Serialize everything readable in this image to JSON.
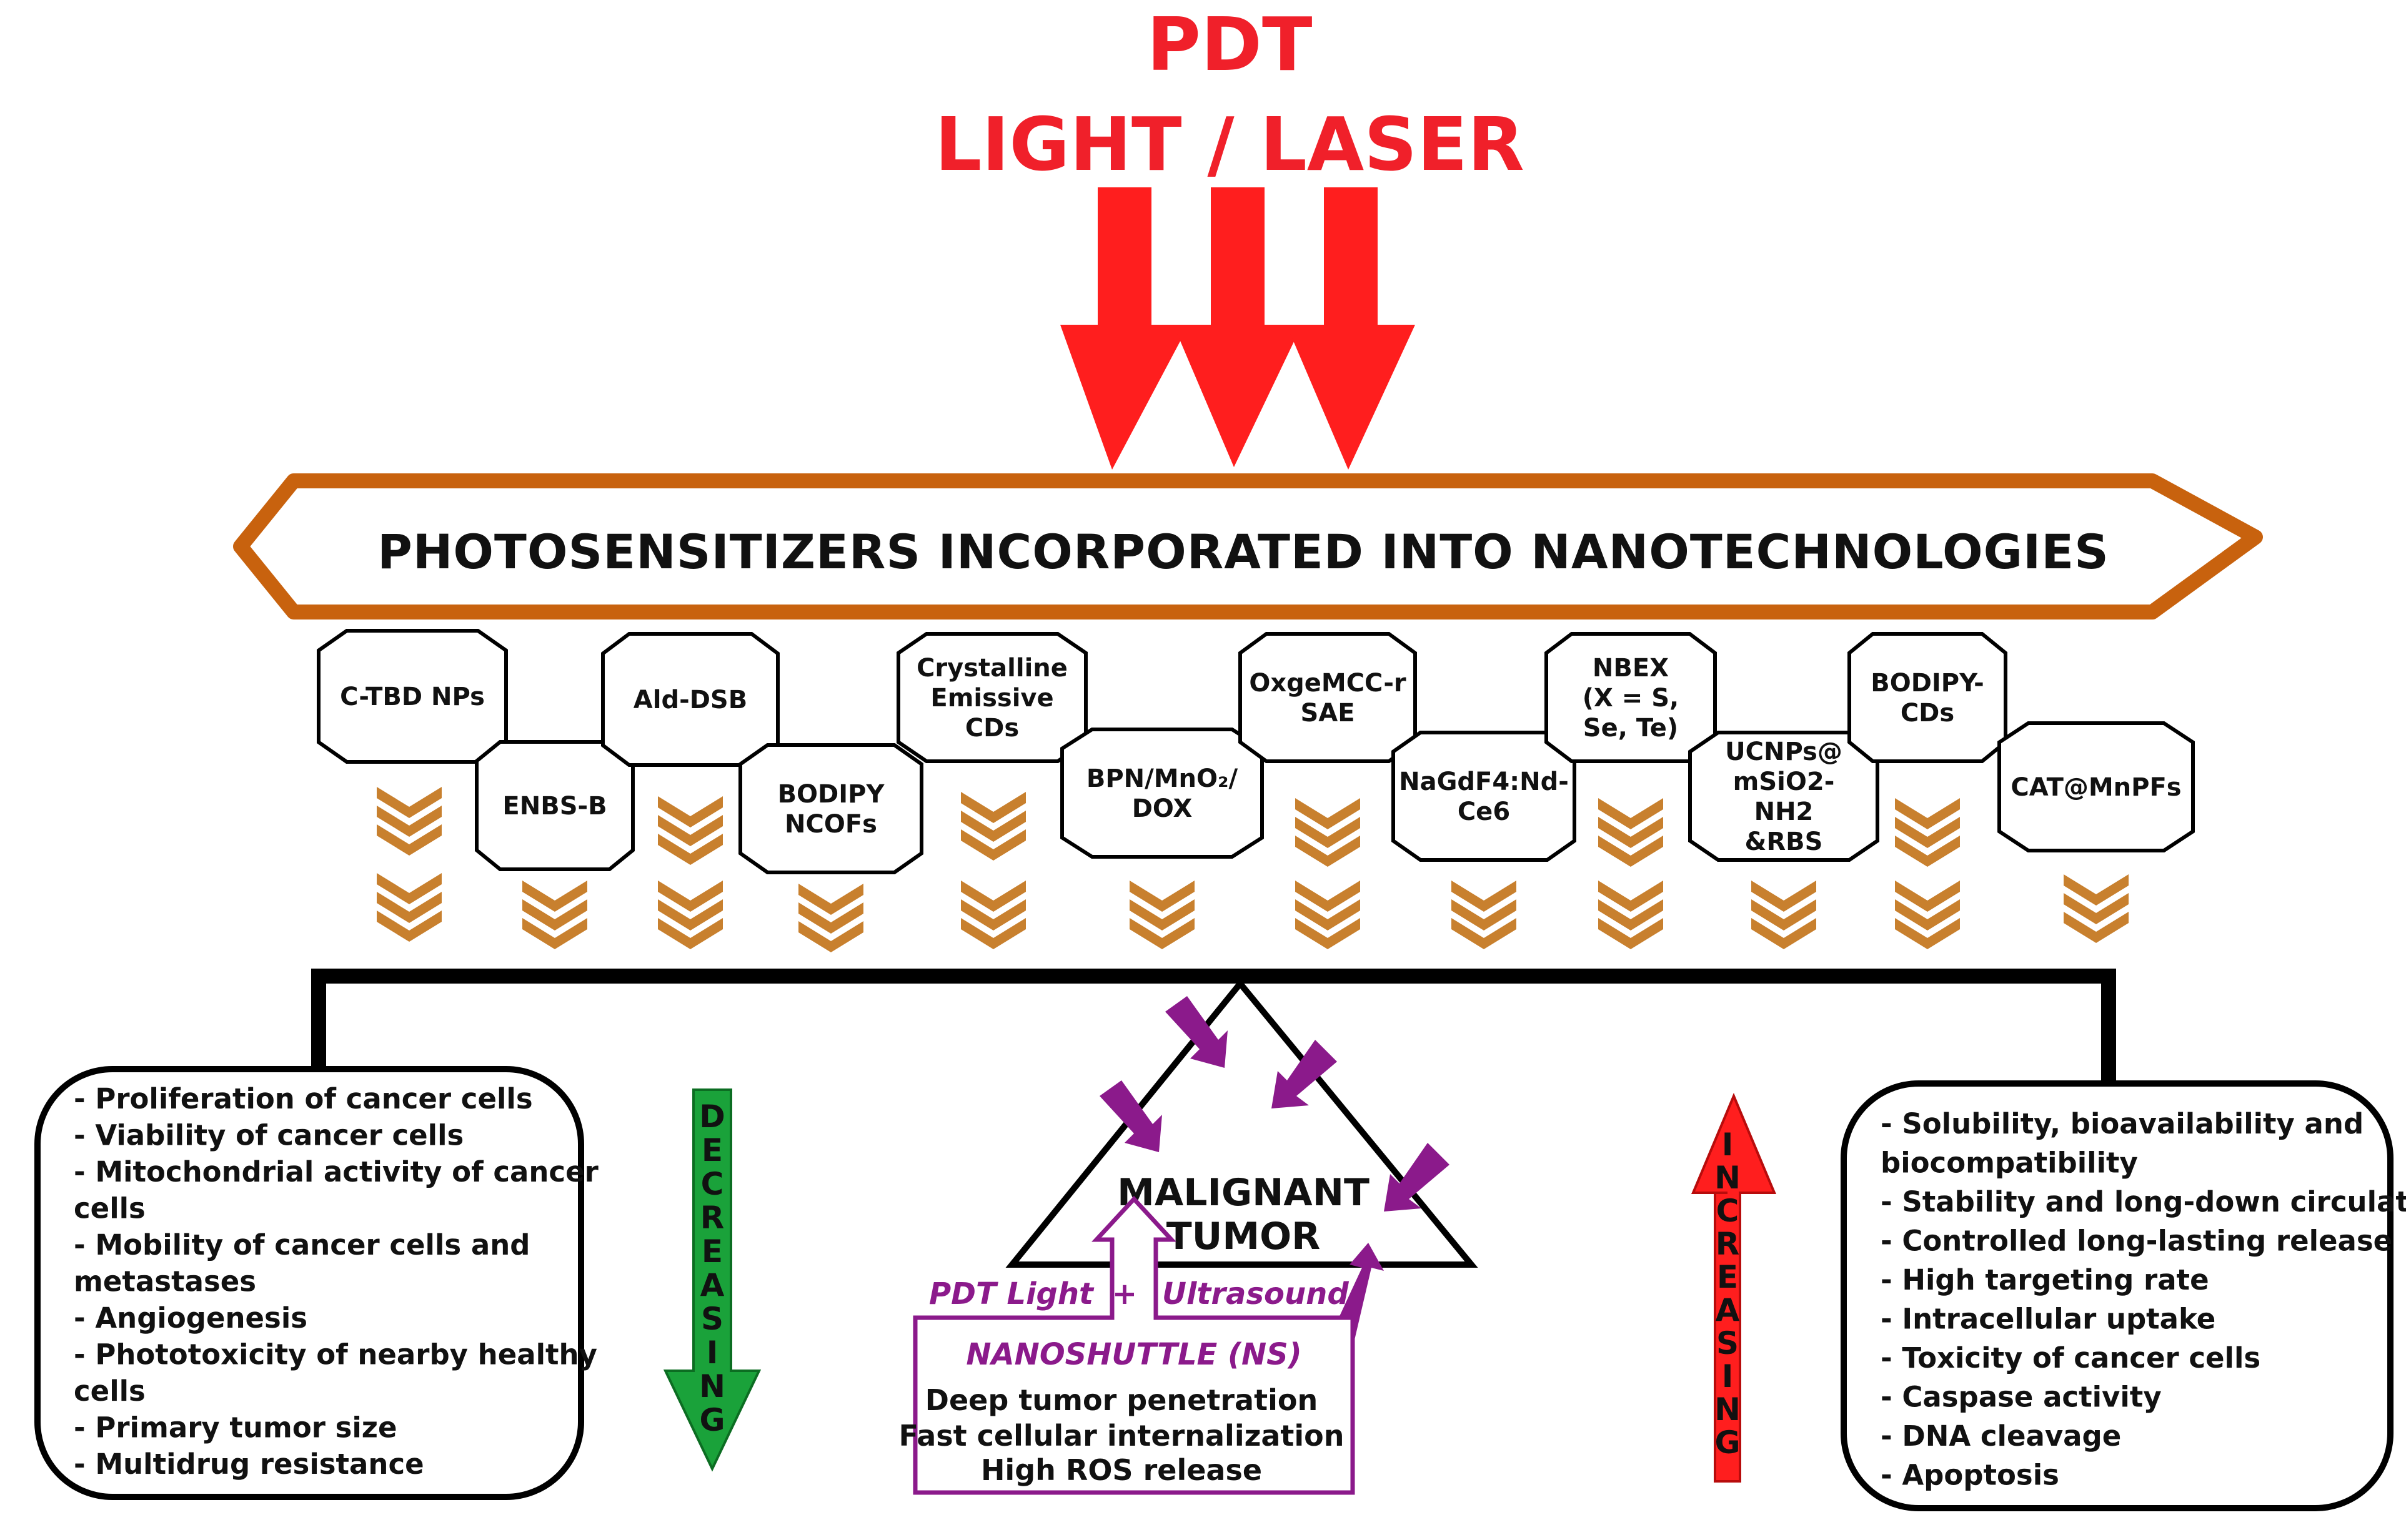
{
  "header": {
    "title": "PDT",
    "subtitle": "LIGHT / LASER"
  },
  "banner": {
    "label": "PHOTOSENSITIZERS INCORPORATED INTO NANOTECHNOLOGIES"
  },
  "nanosystems": [
    {
      "lines": [
        "C-TBD NPs"
      ]
    },
    {
      "lines": [
        "ENBS-B"
      ]
    },
    {
      "lines": [
        "Ald-DSB"
      ]
    },
    {
      "lines": [
        "BODIPY",
        "NCOFs"
      ]
    },
    {
      "lines": [
        "Crystalline",
        "Emissive",
        "CDs"
      ]
    },
    {
      "lines": [
        "BPN/MnO₂/",
        "DOX"
      ]
    },
    {
      "lines": [
        "OxgeMCC-r",
        "SAE"
      ]
    },
    {
      "lines": [
        "NaGdF4:Nd-",
        "Ce6"
      ]
    },
    {
      "lines": [
        "NBEX",
        "(X = S,",
        "Se, Te)"
      ]
    },
    {
      "lines": [
        "UCNPs@",
        "mSiO2-",
        "NH2",
        "&RBS"
      ]
    },
    {
      "lines": [
        "BODIPY-",
        "CDs"
      ]
    },
    {
      "lines": [
        "CAT@MnPFs"
      ]
    }
  ],
  "decreasing": {
    "label": "DECREASING",
    "items": [
      [
        "- Proliferation of cancer cells"
      ],
      [
        "- Viability of cancer cells"
      ],
      [
        "- Mitochondrial activity of cancer",
        "  cells"
      ],
      [
        "- Mobility of cancer cells and",
        "  metastases"
      ],
      [
        "- Angiogenesis"
      ],
      [
        "- Phototoxicity of nearby healthy",
        "  cells"
      ],
      [
        "- Primary tumor size"
      ],
      [
        "- Multidrug resistance"
      ]
    ]
  },
  "increasing": {
    "label": "INCREASING",
    "items": [
      [
        "- Solubility, bioavailability and",
        "  biocompatibility"
      ],
      [
        "- Stability and long-down circulation"
      ],
      [
        "- Controlled long-lasting release"
      ],
      [
        "- High targeting rate"
      ],
      [
        "- Intracellular uptake"
      ],
      [
        "- Toxicity of cancer cells"
      ],
      [
        "- Caspase activity"
      ],
      [
        "- DNA cleavage"
      ],
      [
        "- Apoptosis"
      ]
    ]
  },
  "tumor": {
    "line1": "MALIGNANT",
    "line2": "TUMOR"
  },
  "nanoshuttle": {
    "left_label": "PDT Light",
    "plus": "+",
    "right_label": "Ultrasound",
    "title": "NANOSHUTTLE (NS)",
    "lines": [
      "Deep tumor penetration",
      "Fast cellular internalization",
      "High ROS release"
    ]
  },
  "colors": {
    "title_red": "#f0202a",
    "banner_orange": "#c8620e",
    "chevron": "#c8802e",
    "green_arrow": "#1aa23a",
    "red_arrow": "#ff1e1e",
    "purple": "#8b1a8b"
  }
}
